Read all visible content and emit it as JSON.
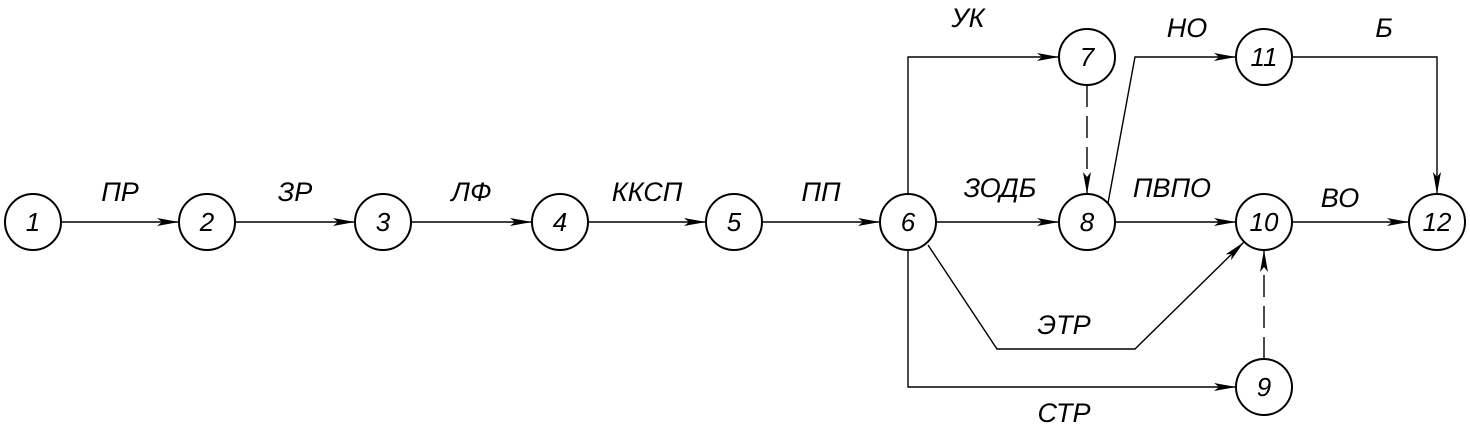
{
  "nodes": [
    {
      "id": "1",
      "label": "1"
    },
    {
      "id": "2",
      "label": "2"
    },
    {
      "id": "3",
      "label": "3"
    },
    {
      "id": "4",
      "label": "4"
    },
    {
      "id": "5",
      "label": "5"
    },
    {
      "id": "6",
      "label": "6"
    },
    {
      "id": "7",
      "label": "7"
    },
    {
      "id": "8",
      "label": "8"
    },
    {
      "id": "9",
      "label": "9"
    },
    {
      "id": "10",
      "label": "10"
    },
    {
      "id": "11",
      "label": "11"
    },
    {
      "id": "12",
      "label": "12"
    }
  ],
  "edges": [
    {
      "from": "1",
      "to": "2",
      "label": "ПР",
      "style": "solid"
    },
    {
      "from": "2",
      "to": "3",
      "label": "ЗР",
      "style": "solid"
    },
    {
      "from": "3",
      "to": "4",
      "label": "ЛФ",
      "style": "solid"
    },
    {
      "from": "4",
      "to": "5",
      "label": "ККСП",
      "style": "solid"
    },
    {
      "from": "5",
      "to": "6",
      "label": "ПП",
      "style": "solid"
    },
    {
      "from": "6",
      "to": "7",
      "label": "УК",
      "style": "solid"
    },
    {
      "from": "6",
      "to": "8",
      "label": "ЗОДБ",
      "style": "solid"
    },
    {
      "from": "6",
      "to": "10",
      "label": "ЭТР",
      "style": "solid"
    },
    {
      "from": "6",
      "to": "9",
      "label": "СТР",
      "style": "solid"
    },
    {
      "from": "7",
      "to": "8",
      "label": "",
      "style": "dashed"
    },
    {
      "from": "8",
      "to": "11",
      "label": "НО",
      "style": "solid"
    },
    {
      "from": "8",
      "to": "10",
      "label": "ПВПО",
      "style": "solid"
    },
    {
      "from": "9",
      "to": "10",
      "label": "",
      "style": "dashed"
    },
    {
      "from": "11",
      "to": "12",
      "label": "Б",
      "style": "solid"
    },
    {
      "from": "10",
      "to": "12",
      "label": "ВО",
      "style": "solid"
    }
  ]
}
